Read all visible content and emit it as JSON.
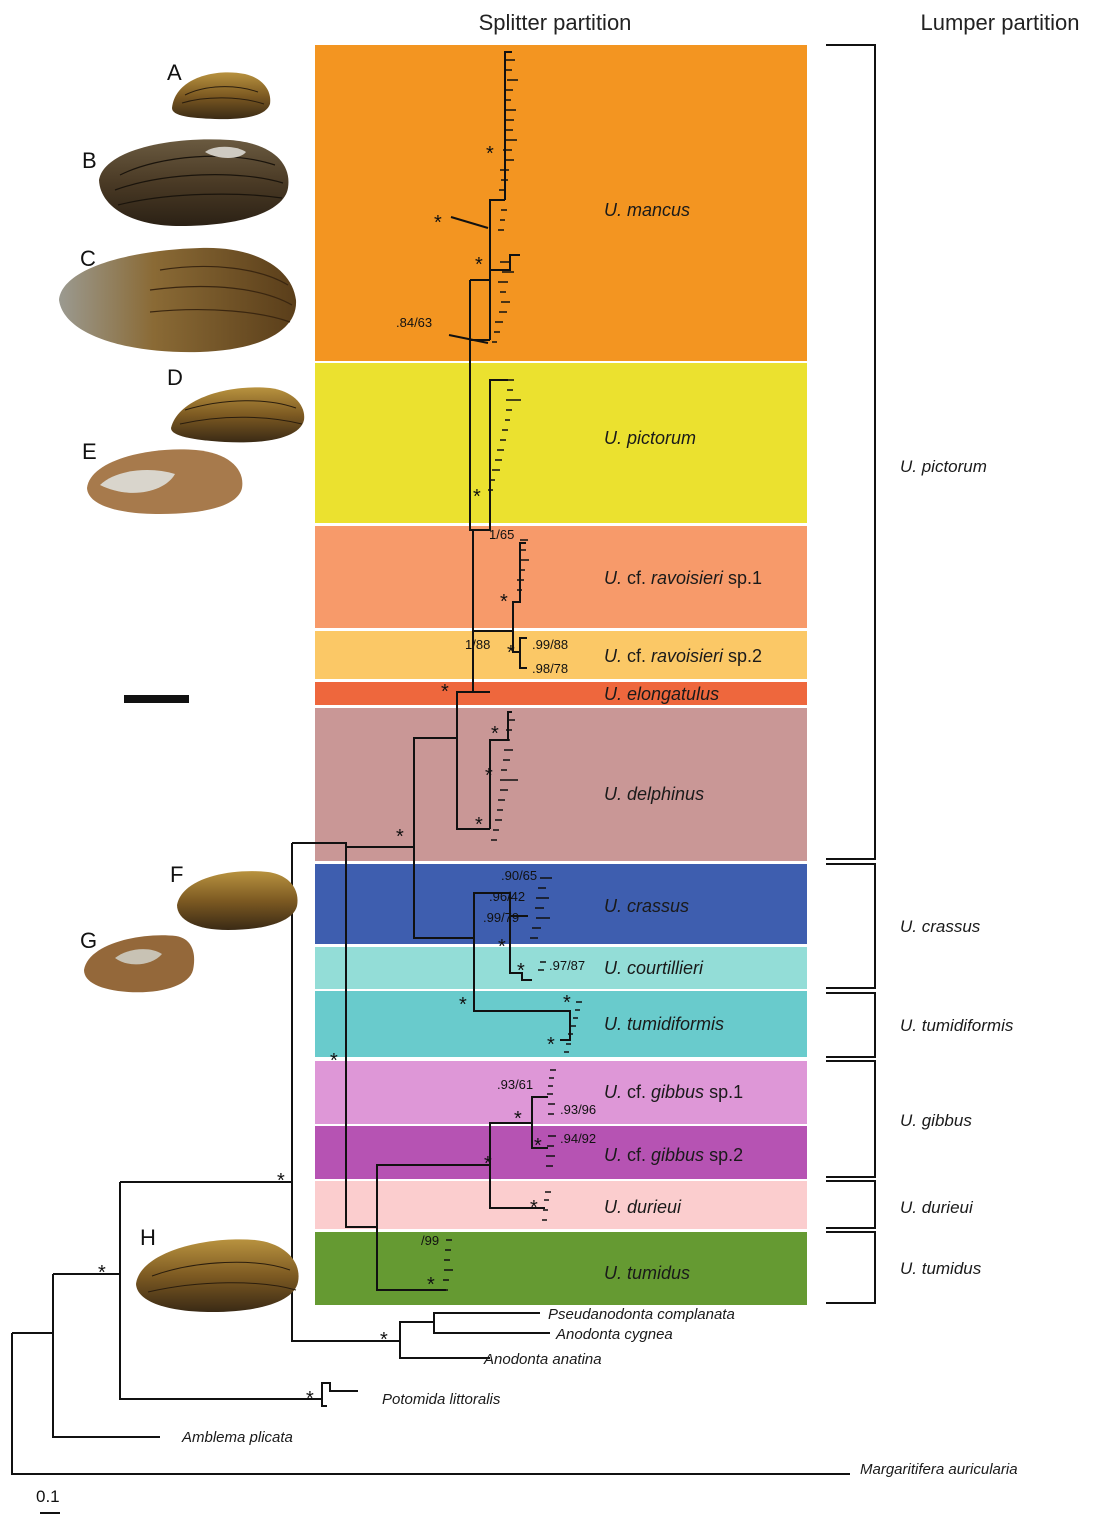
{
  "headers": {
    "splitter": "Splitter partition",
    "lumper": "Lumper partition"
  },
  "clades": [
    {
      "key": "mancus",
      "italic": "U. mancus",
      "rest": "",
      "color": "#F39521"
    },
    {
      "key": "pictorum",
      "italic": "U. pictorum",
      "rest": "",
      "color": "#EBE12F"
    },
    {
      "key": "ravo1",
      "italic": "U.",
      "mid": " cf. ",
      "italic2": "ravoisieri",
      "rest": " sp.1",
      "color": "#F79A6A"
    },
    {
      "key": "ravo2",
      "italic": "U.",
      "mid": " cf. ",
      "italic2": "ravoisieri",
      "rest": " sp.2",
      "color": "#FBC866"
    },
    {
      "key": "elong",
      "italic": "U. elongatulus",
      "rest": "",
      "color": "#EE673D"
    },
    {
      "key": "delph",
      "italic": "U. delphinus",
      "rest": "",
      "color": "#C99796"
    },
    {
      "key": "crassus",
      "italic": "U. crassus",
      "rest": "",
      "color": "#3E5EAF"
    },
    {
      "key": "court",
      "italic": "U. courtillieri",
      "rest": "",
      "color": "#93DDD7"
    },
    {
      "key": "tumidif",
      "italic": "U. tumidiformis",
      "rest": "",
      "color": "#69CBCC"
    },
    {
      "key": "gib1",
      "italic": "U.",
      "mid": " cf. ",
      "italic2": "gibbus",
      "rest": " sp.1",
      "color": "#DE97D7"
    },
    {
      "key": "gib2",
      "italic": "U.",
      "mid": " cf. ",
      "italic2": "gibbus",
      "rest": " sp.2",
      "color": "#B653B3"
    },
    {
      "key": "durieui",
      "italic": "U. durieui",
      "rest": "",
      "color": "#FBCDCE"
    },
    {
      "key": "tumidus",
      "italic": "U. tumidus",
      "rest": "",
      "color": "#659A32"
    }
  ],
  "lumper": [
    "U. pictorum",
    "U. crassus",
    "U. tumidiformis",
    "U. gibbus",
    "U. durieui",
    "U. tumidus"
  ],
  "outgroups": [
    "Pseudanodonta complanata",
    "Anodonta cygnea",
    "Anodonta anatina",
    "Potomida littoralis",
    "Amblema plicata",
    "Margaritifera auricularia"
  ],
  "support": [
    ".84/63",
    "1/65",
    "1/88",
    ".99/88",
    ".98/78",
    ".90/65",
    ".96/42",
    ".99/79",
    ".97/87",
    ".93/61",
    ".93/96",
    ".94/92",
    "/99"
  ],
  "star": "*",
  "shell_letters": [
    "A",
    "B",
    "C",
    "D",
    "E",
    "F",
    "G",
    "H"
  ],
  "shell_colors": {
    "light": "#b8923f",
    "mid": "#7d5a22",
    "dark": "#3a2a15",
    "grey": "#b9b5a8"
  },
  "scale_label": "0.1"
}
